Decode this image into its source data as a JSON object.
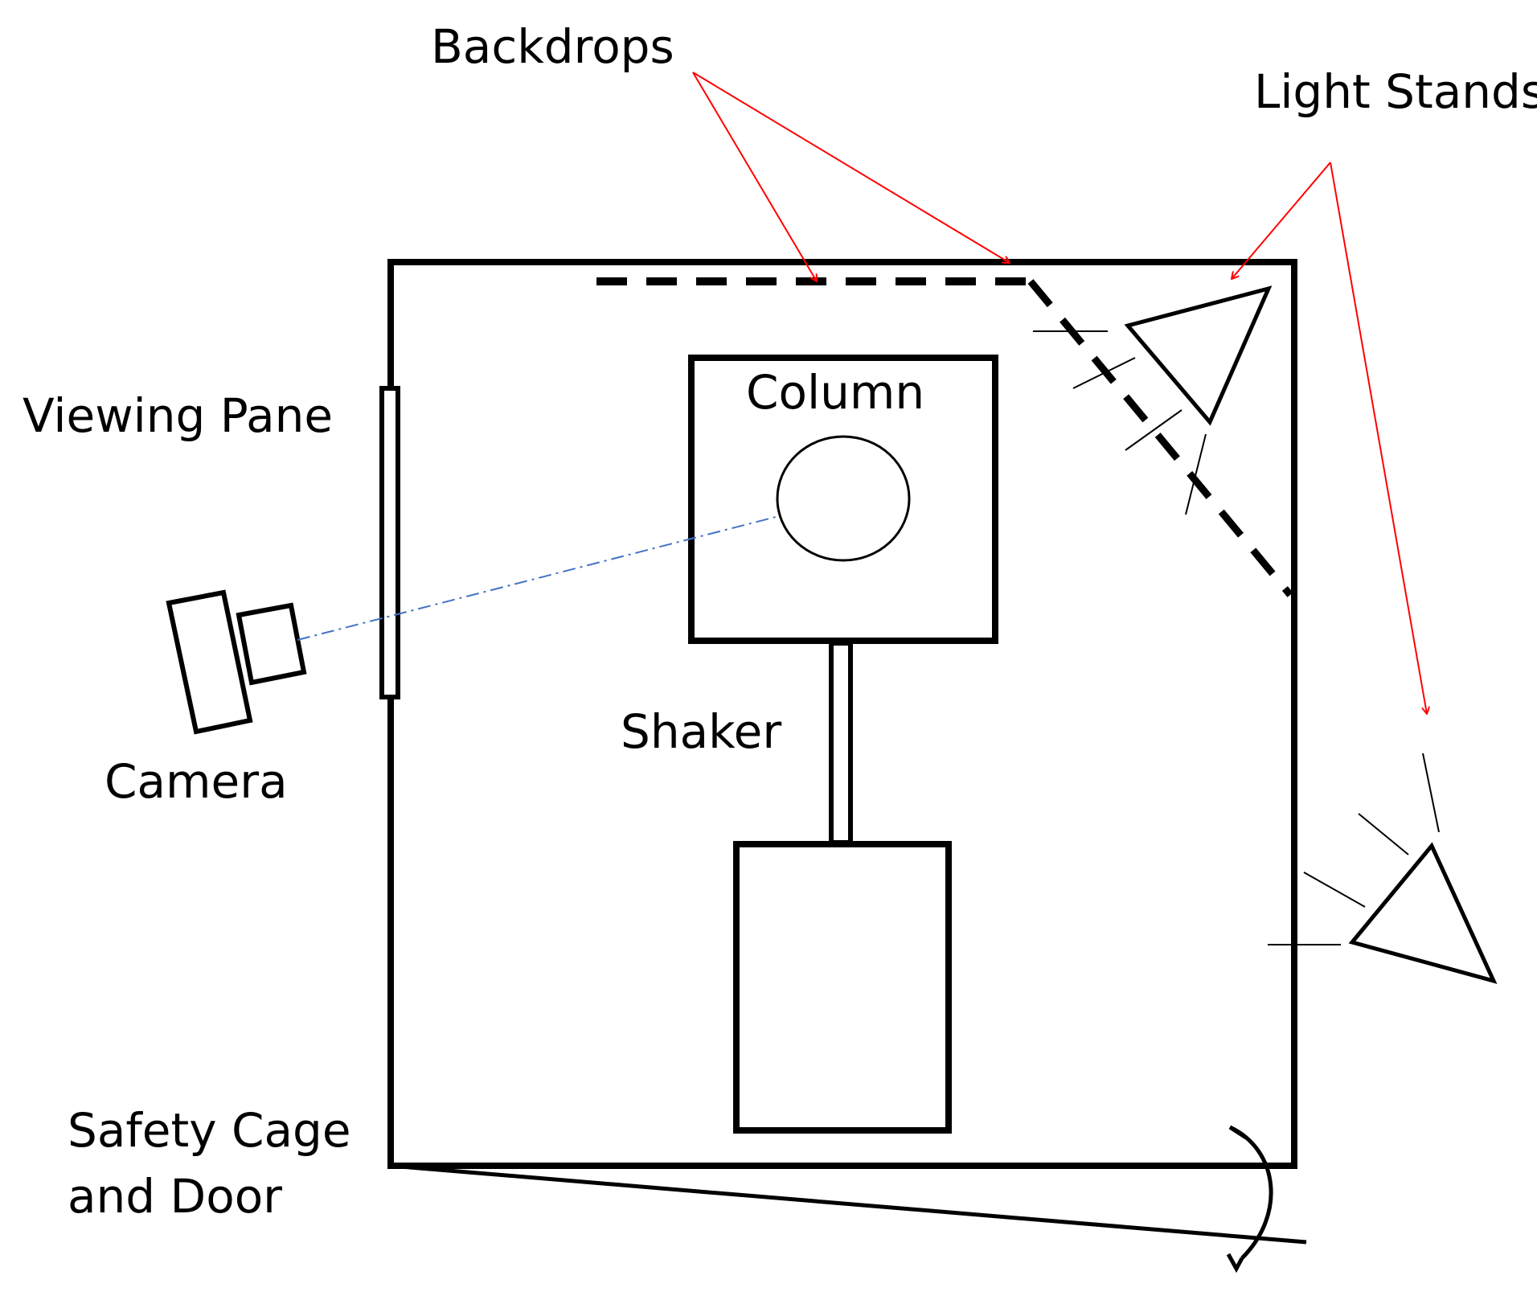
{
  "labels": {
    "backdrops": "Backdrops",
    "light_stands": "Light Stands",
    "viewing_pane": "Viewing Pane",
    "column": "Column",
    "camera": "Camera",
    "shaker": "Shaker",
    "safety_cage_line1": "Safety Cage",
    "safety_cage_line2": "and Door"
  },
  "colors": {
    "ink": "#000000",
    "callout_arrow": "#ff0000",
    "sight_line": "#4472c4",
    "background": "#ffffff"
  }
}
